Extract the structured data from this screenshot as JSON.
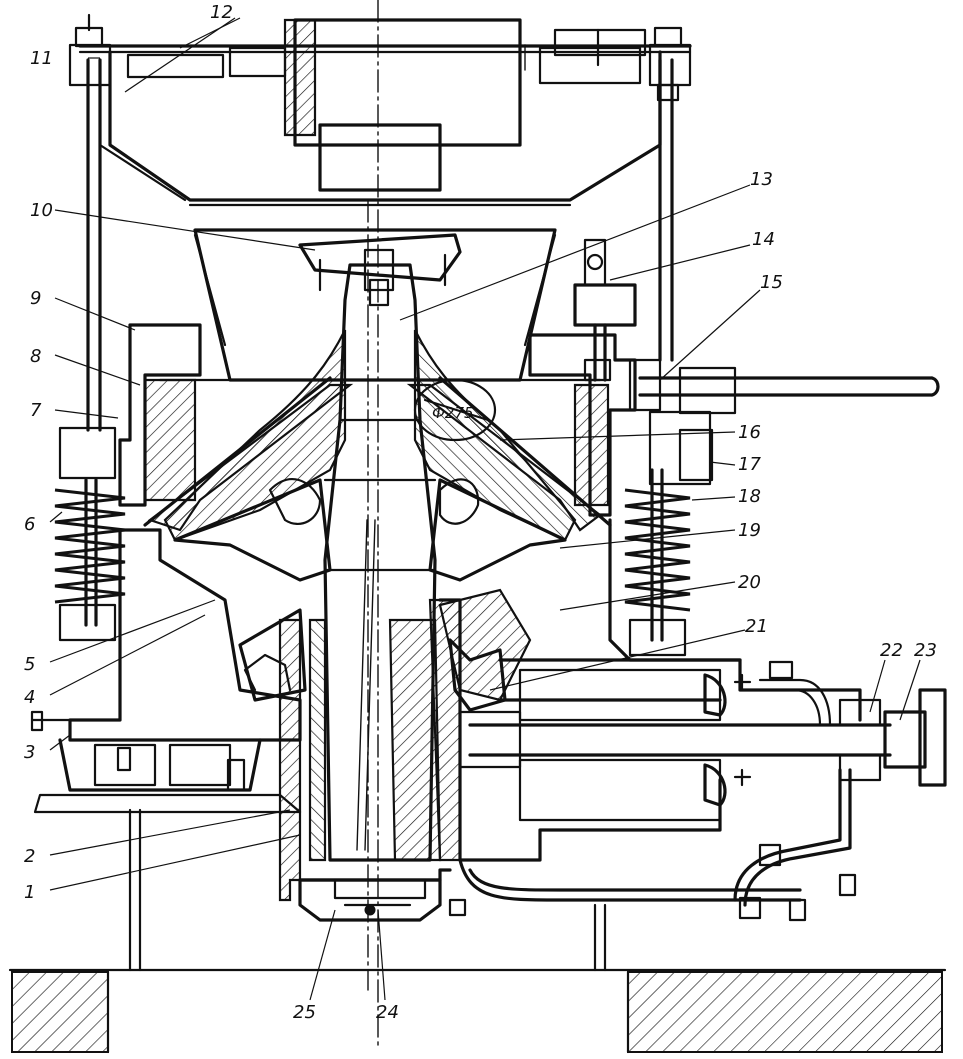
{
  "callouts": {
    "c1": "1",
    "c2": "2",
    "c3": "3",
    "c4": "4",
    "c5": "5",
    "c6": "6",
    "c7": "7",
    "c8": "8",
    "c9": "9",
    "c10": "10",
    "c11": "11",
    "c12": "12",
    "c13": "13",
    "c14": "14",
    "c15": "15",
    "c16": "16",
    "c17": "17",
    "c18": "18",
    "c19": "19",
    "c20": "20",
    "c21": "21",
    "c22": "22",
    "c23": "23",
    "c24": "24",
    "c25": "25"
  },
  "dimension": "Ф275"
}
